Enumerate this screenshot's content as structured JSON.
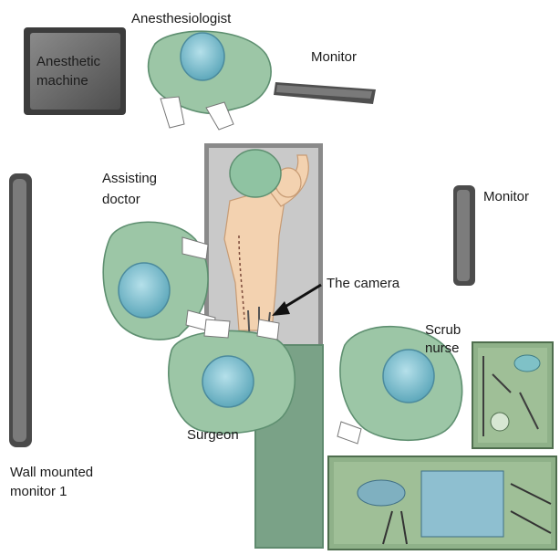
{
  "labels": {
    "anesthesiologist": "Anesthesiologist",
    "anesthetic_machine_line1": "Anesthetic",
    "anesthetic_machine_line2": "machine",
    "monitor_top": "Monitor",
    "monitor_right": "Monitor",
    "assisting_doctor_line1": "Assisting",
    "assisting_doctor_line2": "doctor",
    "the_camera": "The camera",
    "scrub_nurse_line1": "Scrub",
    "scrub_nurse_line2": "nurse",
    "surgeon": "Surgeon",
    "wall_monitor_line1": "Wall mounted",
    "wall_monitor_line2": "monitor 1"
  },
  "colors": {
    "gown_green": "#9cc6a6",
    "gown_shadow": "#6f9c7d",
    "cap_blue": "#7dc0cf",
    "table_gray": "#c9c9c9",
    "table_green": "#7aa287",
    "device_gray": "#6e6e6e",
    "skin": "#f3d2b0",
    "tray_green": "#9fbf97"
  }
}
